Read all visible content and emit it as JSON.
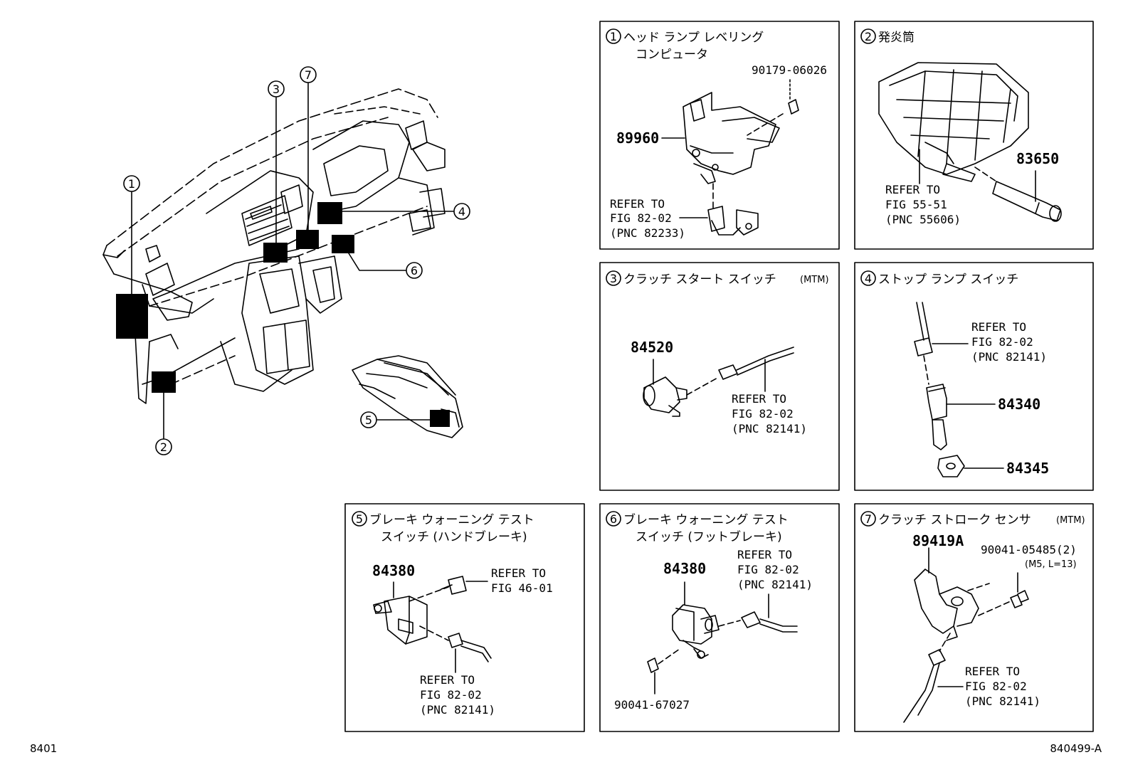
{
  "callouts": [
    "1",
    "2",
    "3",
    "4",
    "5",
    "6",
    "7"
  ],
  "panels": {
    "p1": {
      "num": "1",
      "title_line1": "ヘッド ランプ レベリング",
      "title_line2": "コンピュータ",
      "part_main": "89960",
      "part_nut": "90179-06026",
      "refer_line1": "REFER TO",
      "refer_line2": "FIG 82-02",
      "refer_line3": "(PNC 82233)"
    },
    "p2": {
      "num": "2",
      "title_line1": "発炎筒",
      "part_main": "83650",
      "refer_line1": "REFER TO",
      "refer_line2": "FIG 55-51",
      "refer_line3": "(PNC 55606)"
    },
    "p3": {
      "num": "3",
      "title_line1": "クラッチ スタート スイッチ",
      "title_suffix": "(MTM)",
      "part_main": "84520",
      "refer_line1": "REFER TO",
      "refer_line2": "FIG 82-02",
      "refer_line3": "(PNC 82141)"
    },
    "p4": {
      "num": "4",
      "title_line1": "ストップ ランプ スイッチ",
      "part_main": "84340",
      "part_nut": "84345",
      "refer_line1": "REFER TO",
      "refer_line2": "FIG 82-02",
      "refer_line3": "(PNC 82141)"
    },
    "p5": {
      "num": "5",
      "title_line1": "ブレーキ ウォーニング テスト",
      "title_line2": "スイッチ (ハンドブレーキ)",
      "part_main": "84380",
      "refer_a_line1": "REFER TO",
      "refer_a_line2": "FIG 46-01",
      "refer_line1": "REFER TO",
      "refer_line2": "FIG 82-02",
      "refer_line3": "(PNC 82141)"
    },
    "p6": {
      "num": "6",
      "title_line1": "ブレーキ ウォーニング テスト",
      "title_line2": "スイッチ (フットブレーキ)",
      "part_main": "84380",
      "part_screw": "90041-67027",
      "refer_line1": "REFER TO",
      "refer_line2": "FIG 82-02",
      "refer_line3": "(PNC 82141)"
    },
    "p7": {
      "num": "7",
      "title_line1": "クラッチ ストローク センサ",
      "title_suffix": "(MTM)",
      "part_main": "89419A",
      "part_bolt": "90041-05485(2)",
      "part_bolt_spec": "(M5, L=13)",
      "refer_line1": "REFER TO",
      "refer_line2": "FIG 82-02",
      "refer_line3": "(PNC 82141)"
    }
  },
  "footer": {
    "left": "8401",
    "right": "840499-A"
  }
}
